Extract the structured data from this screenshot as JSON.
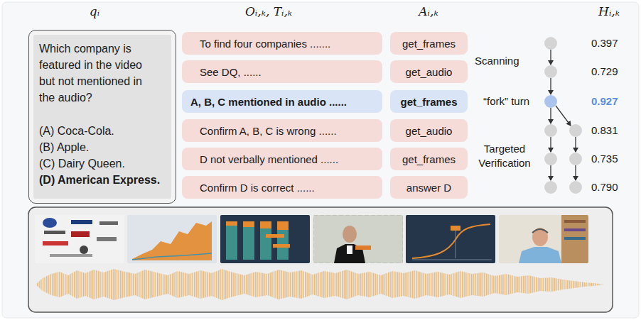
{
  "diagram": {
    "nodes": [
      {
        "text": [
          "Which company is featured in the video but not mentioned in the audio?",
          "(A) Coca-Cola.",
          "(B) Apple.",
          "(C) Dairy Queen.",
          "(D) American Express."
        ]
      },
      {
        "text": [
          "To find four companies ......."
        ]
      },
      {
        "text": [
          "See DQ, ......"
        ]
      },
      {
        "text": [
          "A, B, C mentioned in audio ......"
        ]
      },
      {
        "text": [
          "Confirm A, B, C is wrong ......"
        ]
      },
      {
        "text": [
          "D not verbally mentioned ......"
        ]
      },
      {
        "text": [
          "Confirm D is correct ......"
        ]
      },
      {
        "text": [
          "get_frames"
        ]
      },
      {
        "text": [
          "get_audio"
        ]
      },
      {
        "text": [
          "get_frames"
        ]
      },
      {
        "text": [
          "get_audio"
        ]
      },
      {
        "text": [
          "get_frames"
        ]
      },
      {
        "text": [
          "answer D"
        ]
      }
    ],
    "labels": [
      "qᵢ",
      "Oᵢ,ₖ, Tᵢ,ₖ",
      "Aᵢ,ₖ",
      "Hᵢ,ₖ",
      "Scanning",
      "“fork” turn",
      "Targeted Verification",
      "0.397",
      "0.729",
      "0.927",
      "0.831",
      "0.735",
      "0.790"
    ]
  }
}
